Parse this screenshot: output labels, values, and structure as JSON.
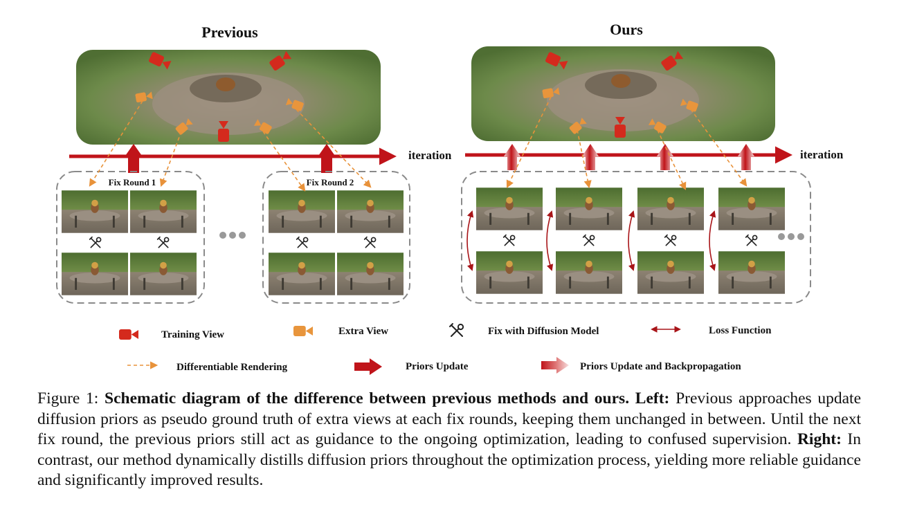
{
  "panels": {
    "previous_title": "Previous",
    "ours_title": "Ours",
    "iteration_label": "iteration",
    "fix_round_1": "Fix Round 1",
    "fix_round_2": "Fix Round 2"
  },
  "legend": {
    "training_view": "Training View",
    "extra_view": "Extra View",
    "fix_diffusion": "Fix with Diffusion Model",
    "loss_function": "Loss Function",
    "differentiable_rendering": "Differentiable Rendering",
    "priors_update": "Priors Update",
    "priors_update_backprop": "Priors Update and Backpropagation"
  },
  "icons": {
    "training_camera": "camera-icon",
    "extra_camera": "camera-icon",
    "fix_tool": "wrench-screwdriver-icon",
    "ellipsis": "ellipsis-icon"
  },
  "colors": {
    "training_view": "#d42a1d",
    "extra_view": "#e8953c",
    "arrow_red": "#c0141a",
    "dashed_orange": "#e8923a",
    "box_border": "#8a8a8a"
  },
  "caption": {
    "label": "Figure 1:",
    "title": "Schematic diagram of the difference between previous methods and ours.",
    "left_label": "Left:",
    "left_text": "Previous approaches update diffusion priors as pseudo ground truth of extra views at each fix rounds, keeping them unchanged in between. Until the next fix round, the previous priors still act as guidance to the ongoing optimization, leading to confused supervision.",
    "right_label": "Right:",
    "right_text": "In contrast, our method dynamically distills diffusion priors throughout the optimization process, yielding more reliable guidance and significantly improved results."
  }
}
